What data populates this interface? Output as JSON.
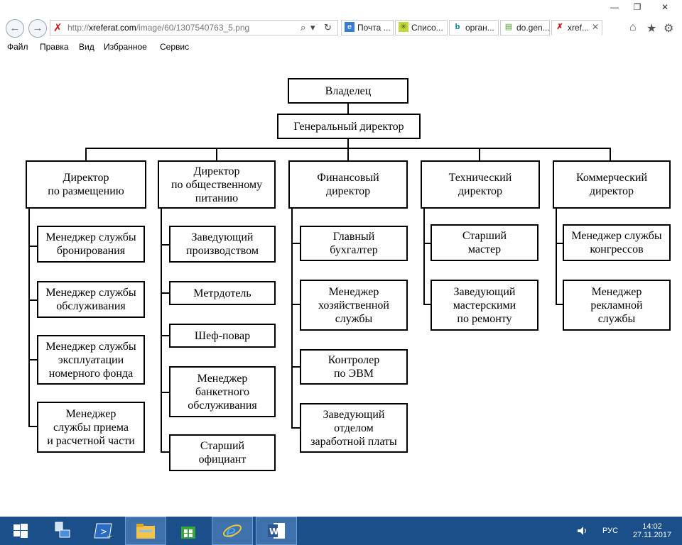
{
  "browser": {
    "window_controls": {
      "minimize": "—",
      "restore": "❐",
      "close": "✕"
    },
    "back_icon": "back-arrow-icon",
    "forward_icon": "forward-arrow-icon",
    "address": {
      "prefix": "http://",
      "host": "xreferat.com",
      "path": "/image/60/1307540763_5.png"
    },
    "tabs": [
      {
        "label": "Почта ...",
        "icon": "mail-icon",
        "color": "#3a7bd5"
      },
      {
        "label": "Списо...",
        "icon": "puzzle-icon",
        "color": "#7a8d1a"
      },
      {
        "label": "орган...",
        "icon": "bing-icon",
        "color": "#00809d"
      },
      {
        "label": "do.gen...",
        "icon": "db-icon",
        "color": "#4c9a2a"
      },
      {
        "label": "xref...",
        "icon": "xreferat-icon",
        "color": "#d01515",
        "active": true
      }
    ],
    "tab_close": "✕",
    "menu": [
      "Файл",
      "Правка",
      "Вид",
      "Избранное",
      "Сервис"
    ]
  },
  "chart": {
    "root": "Владелец",
    "general": "Генеральный директор",
    "directors": [
      {
        "title": "Директор\nпо размещению",
        "items": [
          "Менеджер службы\nбронирования",
          "Менеджер службы\nобслуживания",
          "Менеджер службы\nэксплуатации\nномерного фонда",
          "Менеджер\nслужбы приема\nи расчетной части"
        ]
      },
      {
        "title": "Директор\nпо общественному\nпитанию",
        "items": [
          "Заведующий\nпроизводством",
          "Метрдотель",
          "Шеф-повар",
          "Менеджер\nбанкетного\nобслуживания",
          "Старший\nофициант"
        ]
      },
      {
        "title": "Финансовый\nдиректор",
        "items": [
          "Главный\nбухгалтер",
          "Менеджер\nхозяйственной\nслужбы",
          "Контролер\nпо ЭВМ",
          "Заведующий\nотделом\nзаработной платы"
        ]
      },
      {
        "title": "Технический\nдиректор",
        "items": [
          "Старший\nмастер",
          "Заведующий\nмастерскими\nпо ремонту"
        ]
      },
      {
        "title": "Коммерческий\nдиректор",
        "items": [
          "Менеджер службы\nконгрессов",
          "Менеджер\nрекламной\nслужбы"
        ]
      }
    ]
  },
  "taskbar": {
    "apps": [
      "windows-start",
      "network-icon",
      "powershell-icon",
      "file-explorer-icon",
      "store-icon",
      "internet-explorer-icon",
      "word-icon"
    ],
    "lang": "РУС",
    "time": "14:02",
    "date": "27.11.2017"
  }
}
